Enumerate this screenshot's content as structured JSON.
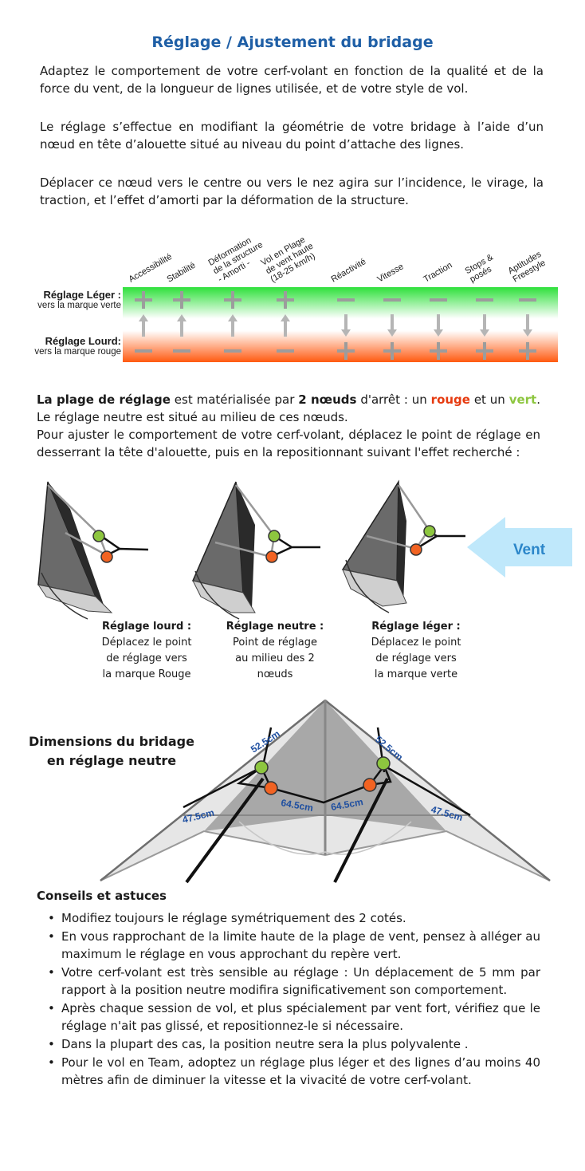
{
  "title": "Réglage / Ajustement du bridage",
  "intro": [
    "Adaptez le comportement de votre cerf-volant en fonction de la qualité et de la force du vent, de la longueur de lignes utilisée, et de votre style de vol.",
    "Le réglage s’effectue en modifiant la géométrie de votre bridage à l’aide d’un nœud en tête d’alouette situé au niveau du point d’attache des lignes.",
    "Déplacer ce nœud vers le centre ou vers le nez agira sur l’incidence, le virage, la traction, et l’effet d’amorti par la déformation de la structure."
  ],
  "effects_table": {
    "columns": [
      "Accessibilité",
      "Stabilité",
      "Déformation de la structure - Amorti -",
      "Vol en Plage de vent haute (18-25 km/h)",
      "Réactivité",
      "Vitesse",
      "Traction",
      "Stops & posés",
      "Aptitudes Freestyle"
    ],
    "column_lines": [
      [
        "Accessibilité"
      ],
      [
        "Stabilité"
      ],
      [
        "Déformation",
        "de la structure",
        "- Amorti -"
      ],
      [
        "Vol en Plage",
        "de vent haute",
        "(18-25 km/h)"
      ],
      [
        "Réactivité"
      ],
      [
        "Vitesse"
      ],
      [
        "Traction"
      ],
      [
        "Stops &",
        "posés"
      ],
      [
        "Aptitudes",
        "Freestyle"
      ]
    ],
    "light": {
      "label": "Réglage Léger :",
      "sub": "vers la marque verte",
      "signs": [
        "+",
        "+",
        "+",
        "+",
        "−",
        "−",
        "−",
        "−",
        "−"
      ]
    },
    "heavy": {
      "label": "Réglage Lourd:",
      "sub": "vers la marque rouge",
      "signs": [
        "−",
        "−",
        "−",
        "−",
        "+",
        "+",
        "+",
        "+",
        "+"
      ]
    },
    "colors": {
      "green": "#2ee03a",
      "orange": "#ff5a10"
    }
  },
  "range": {
    "p1_a": "La plage de réglage",
    "p1_b": " est matérialisée par ",
    "p1_c": "2 nœuds",
    "p1_d": " d'arrêt : un ",
    "p1_red": "rouge",
    "p1_e": " et un ",
    "p1_green": "vert",
    "p1_f": ". Le réglage neutre est situé au milieu de ces nœuds.",
    "p2": "Pour ajuster le comportement de votre cerf-volant, déplacez le point de réglage en desserrant la tête d'alouette, puis en la repositionnant suivant l'effet recherché :"
  },
  "diagrams": [
    {
      "title": "Réglage lourd :",
      "lines": [
        "Déplacez le point",
        "de réglage vers",
        "la marque Rouge"
      ]
    },
    {
      "title": "Réglage neutre :",
      "lines": [
        "Point de réglage",
        "au milieu des 2",
        "nœuds"
      ]
    },
    {
      "title": "Réglage léger :",
      "lines": [
        "Déplacez le point",
        "de réglage vers",
        "la marque verte"
      ]
    }
  ],
  "wind_label": "Vent",
  "dimensions": {
    "title_l1": "Dimensions du bridage",
    "title_l2": "en réglage neutre",
    "labels": [
      "52.5cm",
      "52.5cm",
      "64.5cm",
      "64.5cm",
      "47.5cm",
      "47.5cm"
    ]
  },
  "tips": {
    "title": "Conseils et astuces",
    "items": [
      "Modifiez toujours le réglage symétriquement des 2 cotés.",
      "En vous rapprochant de la limite haute de la plage de vent, pensez à alléger au maximum le réglage en vous approchant du repère vert.",
      "Votre cerf-volant est très sensible au réglage : Un déplacement de 5 mm par rapport à la position neutre modifira significativement son comportement.",
      "Après chaque session de vol, et plus spécialement par vent fort, vérifiez que le réglage n'ait pas glissé, et repositionnez-le si nécessaire.",
      "Dans la plupart des cas, la position neutre sera la plus polyvalente .",
      "Pour le vol en Team, adoptez un réglage plus léger et des lignes d’au moins 40 mètres afin de diminuer la vitesse et la vivacité de votre cerf-volant."
    ]
  }
}
